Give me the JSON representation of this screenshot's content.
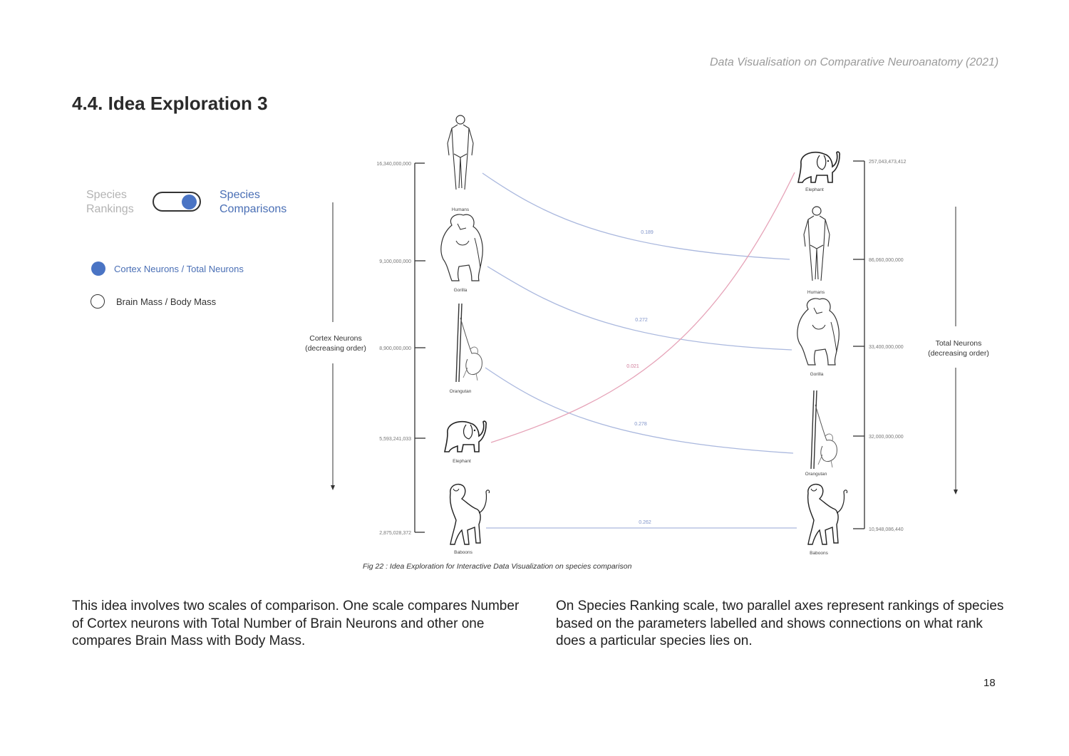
{
  "header": {
    "title": "Data Visualisation on Comparative Neuroanatomy (2021)"
  },
  "section": {
    "heading": "4.4. Idea Exploration 3"
  },
  "toggle": {
    "left_label": "Species Rankings",
    "right_label": "Species Comparisons",
    "state": "Species Comparisons"
  },
  "radio": {
    "options": [
      {
        "label": "Cortex Neurons / Total Neurons",
        "selected": true
      },
      {
        "label": "Brain Mass / Body Mass",
        "selected": false
      }
    ]
  },
  "figure": {
    "left_axis_label": [
      "Cortex Neurons",
      "(decreasing order)"
    ],
    "right_axis_label": [
      "Total Neurons",
      "(decreasing order)"
    ],
    "left_axis": [
      {
        "species": "Humans",
        "value": "16,340,000,000"
      },
      {
        "species": "Gorilla",
        "value": "9,100,000,000"
      },
      {
        "species": "Orangutan",
        "value": "8,900,000,000"
      },
      {
        "species": "Elephant",
        "value": "5,593,241,033"
      },
      {
        "species": "Baboons",
        "value": "2,875,028,372"
      }
    ],
    "right_axis": [
      {
        "species": "Elephant",
        "value": "257,043,473,412"
      },
      {
        "species": "Humans",
        "value": "86,060,000,000"
      },
      {
        "species": "Gorilla",
        "value": "33,400,000,000"
      },
      {
        "species": "Orangutan",
        "value": "32,000,000,000"
      },
      {
        "species": "Baboons",
        "value": "10,948,086,440"
      }
    ],
    "connections": [
      {
        "species": "Humans",
        "ratio": "0.189",
        "color": "#aab8de"
      },
      {
        "species": "Gorilla",
        "ratio": "0.272",
        "color": "#aab8de"
      },
      {
        "species": "Orangutan",
        "ratio": "0.278",
        "color": "#aab8de"
      },
      {
        "species": "Elephant",
        "ratio": "0.021",
        "color": "#e6a3b8"
      },
      {
        "species": "Baboons",
        "ratio": "0.262",
        "color": "#aab8de"
      }
    ],
    "caption": "Fig 22 : Idea Exploration for Interactive Data Visualization on species comparison"
  },
  "body": {
    "left_paragraph": "This idea involves two scales of comparison. One scale compares Number of Cortex neurons with Total Number of Brain Neurons and other one compares Brain Mass with Body Mass.",
    "right_paragraph": "On Species Ranking scale, two parallel axes represent rankings of species based on the parameters labelled and shows connections on what rank does a particular species lies on."
  },
  "page_number": "18",
  "colors": {
    "accent": "#4a74c4",
    "connection": "#aab8de",
    "highlight": "#e6a3b8"
  }
}
